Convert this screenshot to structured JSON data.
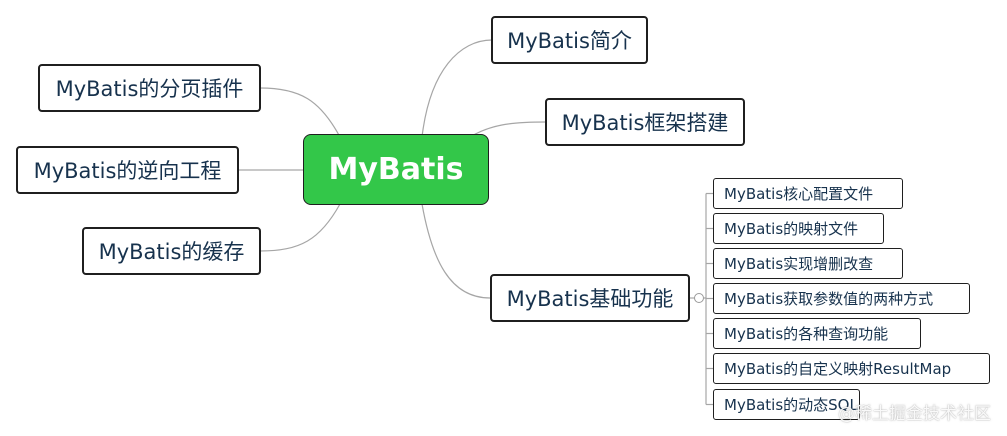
{
  "root": {
    "label": "MyBatis"
  },
  "right_branches": [
    {
      "label": "MyBatis简介"
    },
    {
      "label": "MyBatis框架搭建"
    },
    {
      "label": "MyBatis基础功能"
    }
  ],
  "left_branches": [
    {
      "label": "MyBatis的分页插件"
    },
    {
      "label": "MyBatis的逆向工程"
    },
    {
      "label": "MyBatis的缓存"
    }
  ],
  "basics_children": [
    {
      "label": "MyBatis核心配置文件"
    },
    {
      "label": "MyBatis的映射文件"
    },
    {
      "label": "MyBatis实现增删改查"
    },
    {
      "label": "MyBatis获取参数值的两种方式"
    },
    {
      "label": "MyBatis的各种查询功能"
    },
    {
      "label": "MyBatis的自定义映射ResultMap"
    },
    {
      "label": "MyBatis的动态SQL"
    }
  ],
  "watermark": "@稀土掘金技术社区",
  "colors": {
    "root_fill": "#33c749",
    "node_text": "#17324d",
    "connector": "#a6a6a6",
    "border": "#1f1f1f"
  }
}
